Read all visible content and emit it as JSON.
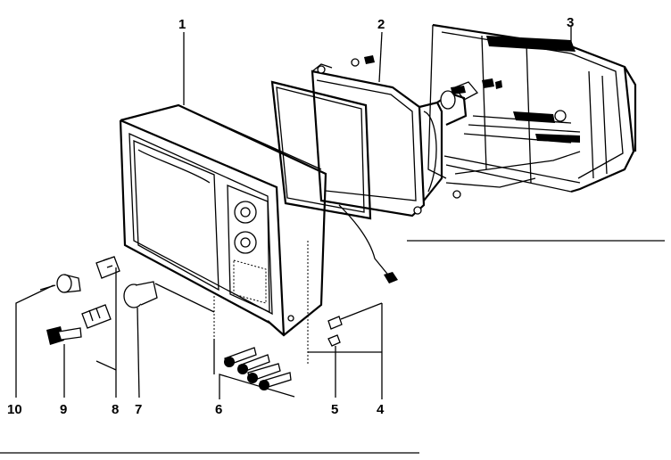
{
  "diagram": {
    "callouts": [
      "1",
      "2",
      "3",
      "4",
      "5",
      "6",
      "7",
      "8",
      "9",
      "10"
    ],
    "parts": [
      {
        "id": "cabinet-front",
        "label": "1"
      },
      {
        "id": "picture-tube",
        "label": "2"
      },
      {
        "id": "rear-chassis",
        "label": "3"
      },
      {
        "id": "screw-pin",
        "label": "4"
      },
      {
        "id": "small-screw",
        "label": "5"
      },
      {
        "id": "screw-set",
        "label": "6"
      },
      {
        "id": "channel-knob",
        "label": "7"
      },
      {
        "id": "knob-pair",
        "label": "8"
      },
      {
        "id": "key-knob",
        "label": "9"
      },
      {
        "id": "round-knob",
        "label": "10"
      }
    ]
  }
}
